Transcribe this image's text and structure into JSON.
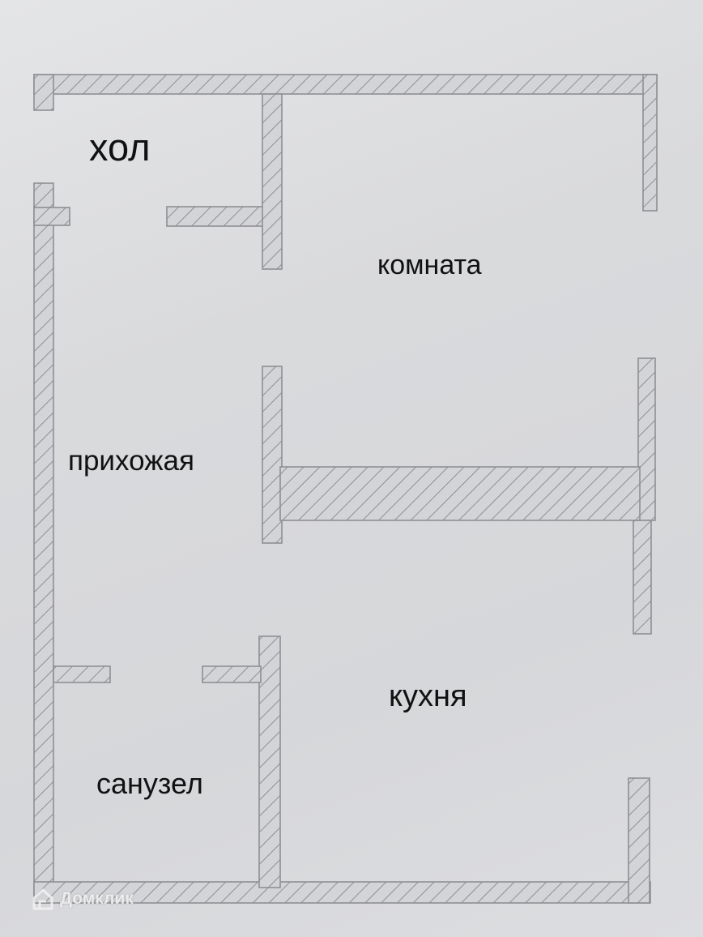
{
  "diagram": {
    "type": "floor-plan",
    "rooms": [
      {
        "id": "hall",
        "label": "хол"
      },
      {
        "id": "room",
        "label": "комната"
      },
      {
        "id": "hallway",
        "label": "прихожая"
      },
      {
        "id": "kitchen",
        "label": "кухня"
      },
      {
        "id": "bathroom",
        "label": "санузел"
      }
    ],
    "wall_hatch_color": "#8e8f93",
    "wall_fill_color": "#d3d4d7"
  },
  "watermark": {
    "text": "Домклик",
    "icon": "house-logo-icon"
  }
}
